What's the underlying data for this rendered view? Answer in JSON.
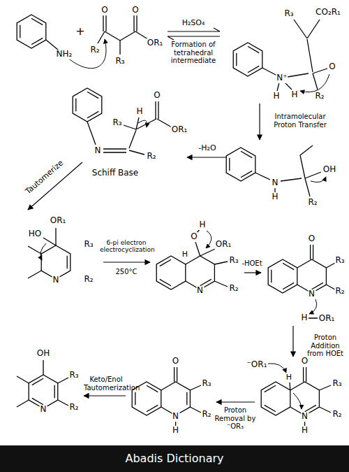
{
  "diagram": {
    "labels": [
      "NH₂",
      "+",
      "O",
      "R₂",
      "R₃",
      "O",
      "OR₁",
      "H₂SO₄",
      "Formation of tetrahedral intermediate",
      "R₃",
      "CO₂R₁",
      "N⁺",
      "O",
      "H",
      "H",
      "R₂",
      "Intramolecular Proton Transfer",
      "H",
      "O",
      "R₃",
      "OR₁",
      "-H₂O",
      "N",
      "R₂",
      "Schiff Base",
      "OH",
      "N",
      "H",
      "R₂",
      "Tautomerize",
      "OR₁",
      "HO",
      "R₃",
      "N",
      "R₂",
      "6-pi electron electrocyclization",
      "250°C",
      "H",
      "O",
      "OR₁",
      "H",
      "R₃",
      "N",
      "R₂",
      "-HOEt",
      "O",
      "R₃",
      "N",
      "R₂",
      "H",
      "OR₁",
      "Proton Addition from HOEt",
      "⁻OR₁",
      "H",
      "O",
      "R₃",
      "N",
      "R₂",
      "H",
      "Proton Removal by ⁻OR₃",
      "O",
      "R₃",
      "N",
      "R₂",
      "H",
      "Keto/Enol Tautomerization",
      "OH",
      "R₃",
      "N",
      "R₂",
      "Abadis Dictionary"
    ]
  }
}
